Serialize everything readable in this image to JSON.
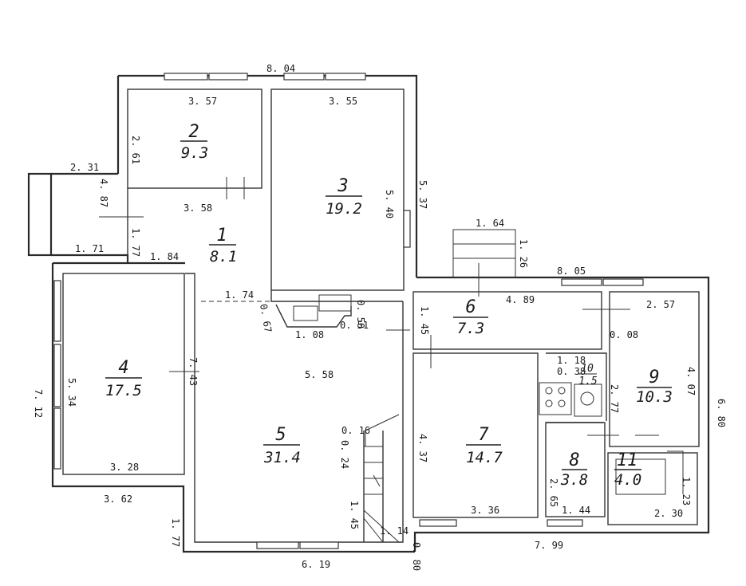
{
  "rooms": [
    {
      "number": "1",
      "area": "8.1"
    },
    {
      "number": "2",
      "area": "9.3"
    },
    {
      "number": "3",
      "area": "19.2"
    },
    {
      "number": "4",
      "area": "17.5"
    },
    {
      "number": "5",
      "area": "31.4"
    },
    {
      "number": "6",
      "area": "7.3"
    },
    {
      "number": "7",
      "area": "14.7"
    },
    {
      "number": "8",
      "area": "3.8"
    },
    {
      "number": "9",
      "area": "10.3"
    },
    {
      "number": "10",
      "area": "1.5"
    },
    {
      "number": "11",
      "area": "4.0"
    }
  ],
  "dimensions": {
    "top_total": "8. 04",
    "room2_top": "3. 57",
    "room3_top": "3. 55",
    "room2_side": "2. 61",
    "room3_side": "5. 40",
    "outer_right_top": "5. 37",
    "room1_top": "3. 58",
    "porch_top": "2. 31",
    "porch_side": "4. 87",
    "porch_bottom": "1. 71",
    "room1_left": "1. 77",
    "room1_bottom": "1. 84",
    "hall_dash": "1. 74",
    "chimney_a": "0. 67",
    "chimney_b": "1. 08",
    "chimney_c": "0. 51",
    "chimney_d": "0. 50",
    "room6_left": "1. 45",
    "room6_top": "4. 89",
    "step_w": "1. 64",
    "step_h": "1. 26",
    "right_top": "8. 05",
    "room9_top": "2. 57",
    "room9_gap": "0. 08",
    "room9_side": "4. 07",
    "room9_left": "2. 77",
    "outer_right": "6. 80",
    "room4_right": "7. 43",
    "room4_side": "5. 34",
    "room4_outer": "7. 12",
    "room4_bottom": "3. 28",
    "left_bottom": "3. 62",
    "hall_width": "5. 58",
    "stair_a": "0. 16",
    "stair_b": "0. 24",
    "room7_side": "4. 37",
    "room7_bottom": "3. 36",
    "room8_side": "2. 65",
    "room8_bottom": "1. 44",
    "room10_a": "1. 18",
    "room10_b": "0. 38",
    "room11_side": "1. 23",
    "room11_bottom": "2. 30",
    "stair_bottom": "1. 45",
    "stair_small": "1. 14",
    "bottom_left_side": "1. 77",
    "bottom_width": "6. 19",
    "bottom_gap": "0. 80",
    "bottom_right": "7. 99"
  }
}
